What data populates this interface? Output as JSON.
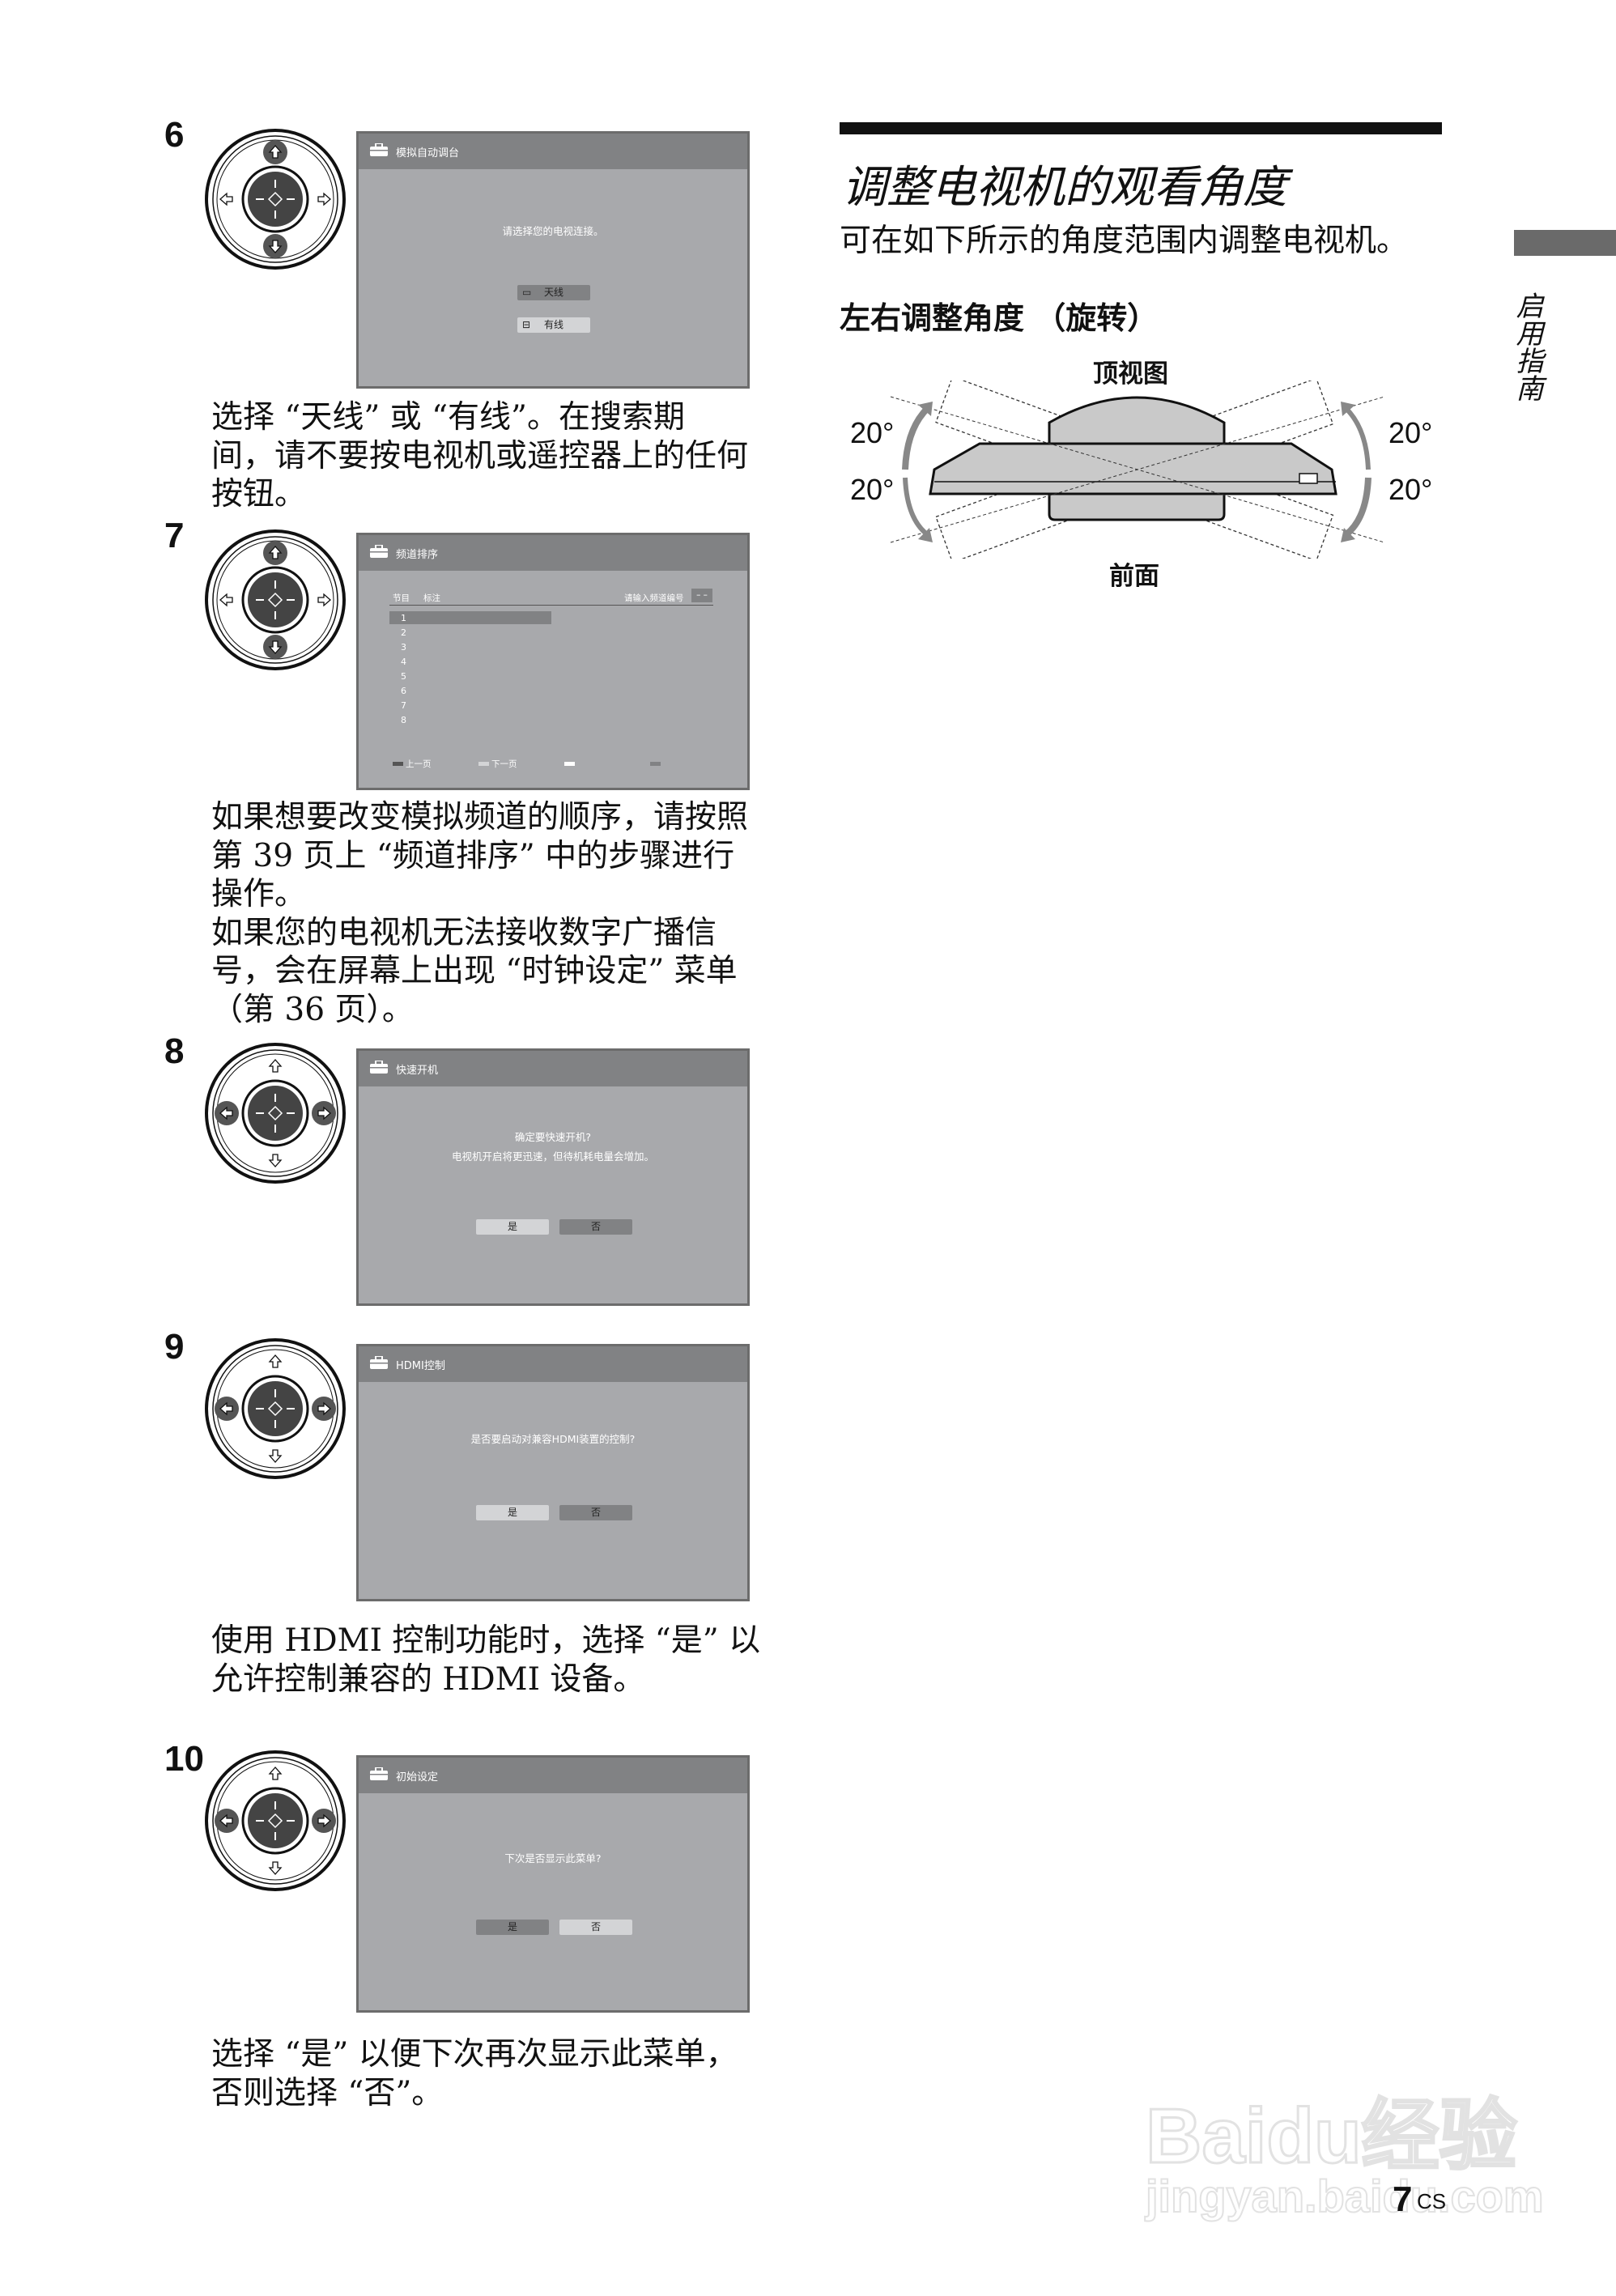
{
  "steps": {
    "s6": {
      "number": "6",
      "screen_title": "模拟自动调台",
      "message": "请选择您的电视连接。",
      "options": [
        "天线",
        "有线"
      ],
      "text": [
        "选择 “天线” 或 “有线”。在搜索期",
        "间，请不要按电视机或遥控器上的任何",
        "按钮。"
      ]
    },
    "s7": {
      "number": "7",
      "screen_title": "频道排序",
      "col_program": "节目",
      "col_label": "标注",
      "input_label": "请输入频道编号",
      "input_value": "– –",
      "rows": [
        "1",
        "2",
        "3",
        "4",
        "5",
        "6",
        "7",
        "8"
      ],
      "footer": [
        "上一页",
        "下一页"
      ],
      "text": [
        "如果想要改变模拟频道的顺序，请按照",
        "第 39 页上 “频道排序” 中的步骤进行",
        "操作。",
        "如果您的电视机无法接收数字广播信",
        "号，会在屏幕上出现 “时钟设定” 菜单",
        "（第 36 页）。"
      ]
    },
    "s8": {
      "number": "8",
      "screen_title": "快速开机",
      "message": [
        "确定要快速开机?",
        "电视机开启将更迅速，但待机耗电量会增加。"
      ],
      "yes": "是",
      "no": "否"
    },
    "s9": {
      "number": "9",
      "screen_title": "HDMI控制",
      "message": "是否要启动对兼容HDMI装置的控制?",
      "yes": "是",
      "no": "否",
      "text": [
        "使用 HDMI 控制功能时，选择 “是” 以",
        "允许控制兼容的 HDMI 设备。"
      ]
    },
    "s10": {
      "number": "10",
      "screen_title": "初始设定",
      "message": "下次是否显示此菜单?",
      "yes": "是",
      "no": "否",
      "text": [
        "选择 “是” 以便下次再次显示此菜单，",
        "否则选择 “否”。"
      ]
    }
  },
  "right": {
    "title": "调整电视机的观看角度",
    "subtitle": "可在如下所示的角度范围内调整电视机。",
    "heading": "左右调整角度 （旋转）",
    "diagram": {
      "top_label": "顶视图",
      "bottom_label": "前面",
      "angles": [
        "20°",
        "20°",
        "20°",
        "20°"
      ]
    }
  },
  "side_tab": "启用指南",
  "page_number": "7",
  "page_suffix": "CS",
  "watermark": "Baidu经验 jingyan.baidu.com",
  "colors": {
    "screen_body": "#a8a9ac",
    "screen_header": "#818284",
    "button_light": "#d3d4d6",
    "button_dark": "#818284"
  }
}
